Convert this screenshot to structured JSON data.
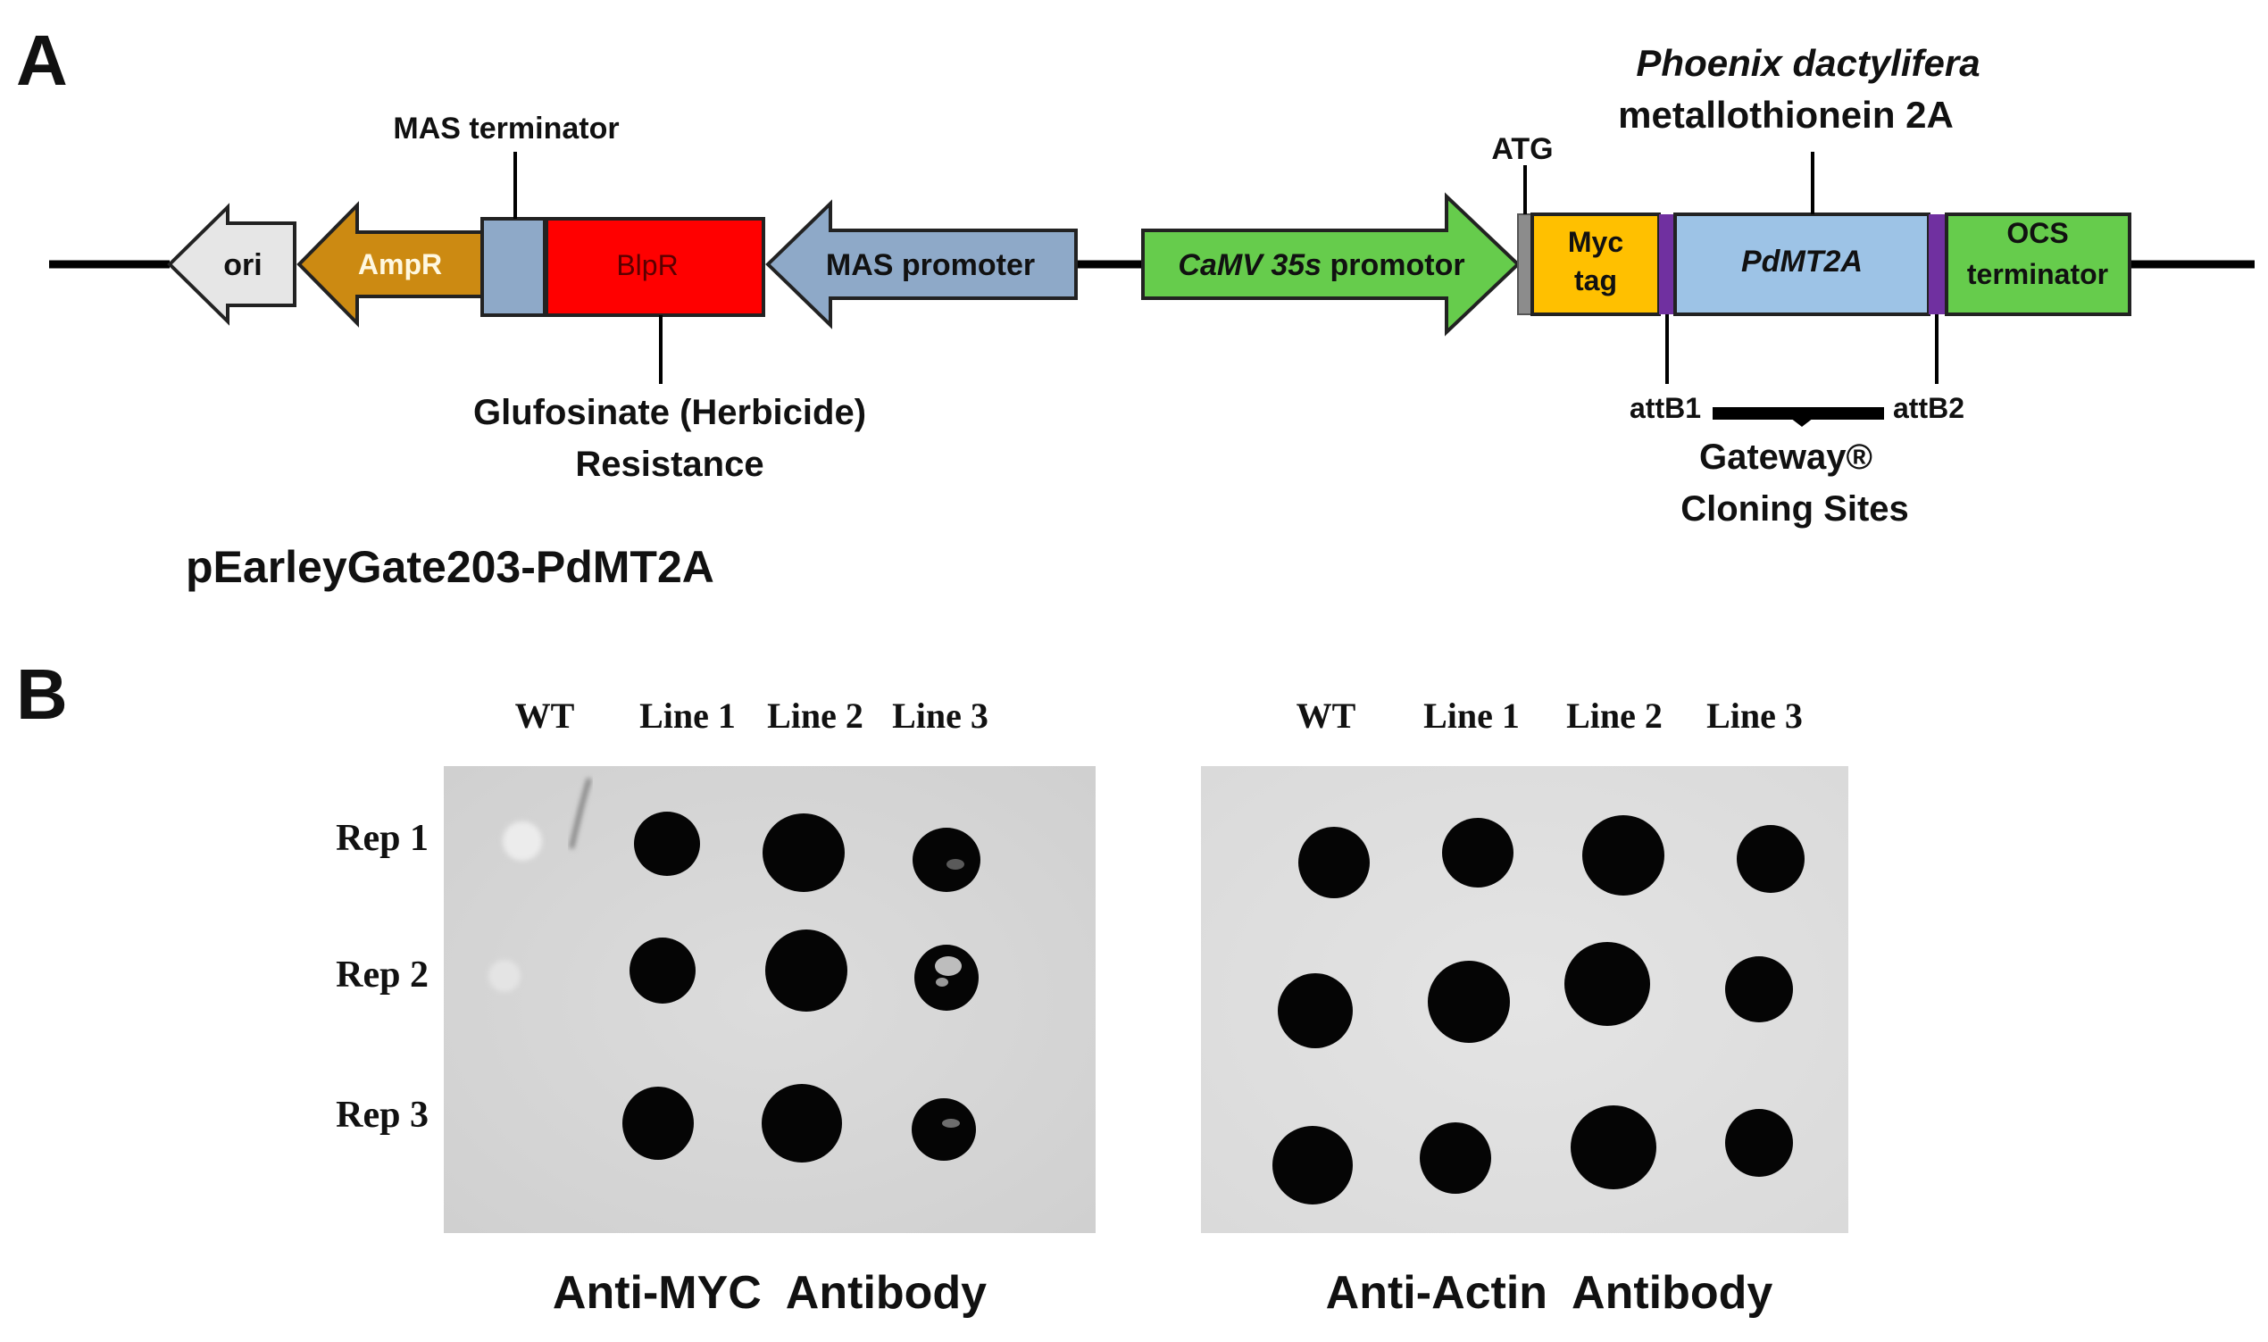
{
  "panel_a": {
    "letter": "A",
    "construct_name": "pEarleyGate203-PdMT2A",
    "elements": {
      "ori": "ori",
      "ampr": "AmpR",
      "blpr": "BlpR",
      "mas_promoter": "MAS promoter",
      "camv_italic": "CaMV 35s",
      "camv_rest": " promotor",
      "myc_line1": "Myc",
      "myc_line2": "tag",
      "pdmt2a": "PdMT2A",
      "ocs_line1": "OCS",
      "ocs_line2": "terminator"
    },
    "labels": {
      "mas_terminator": "MAS terminator",
      "glufosinate_line1": "Glufosinate (Herbicide)",
      "glufosinate_line2": "Resistance",
      "atg": "ATG",
      "species": "Phoenix dactylifera",
      "gene": "metallothionein 2A",
      "attb1": "attB1",
      "attb2": "attB2",
      "gateway_line1": "Gateway®",
      "gateway_line2": "Cloning Sites"
    },
    "colors": {
      "ori": "#e6e6e6",
      "ampr": "#cc8a12",
      "mas": "#8ea9c8",
      "blpr": "#ff0000",
      "camv": "#66cc4c",
      "myc": "#ffc000",
      "pdmt2a": "#9dc3e6",
      "att": "#7030a0",
      "ocs": "#66cc4c"
    }
  },
  "panel_b": {
    "letter": "B",
    "columns": [
      "WT",
      "Line 1",
      "Line 2",
      "Line 3"
    ],
    "rows": [
      "Rep 1",
      "Rep 2",
      "Rep 3"
    ],
    "blots": [
      {
        "caption": "Anti-MYC  Antibody"
      },
      {
        "caption": "Anti-Actin  Antibody"
      }
    ]
  }
}
